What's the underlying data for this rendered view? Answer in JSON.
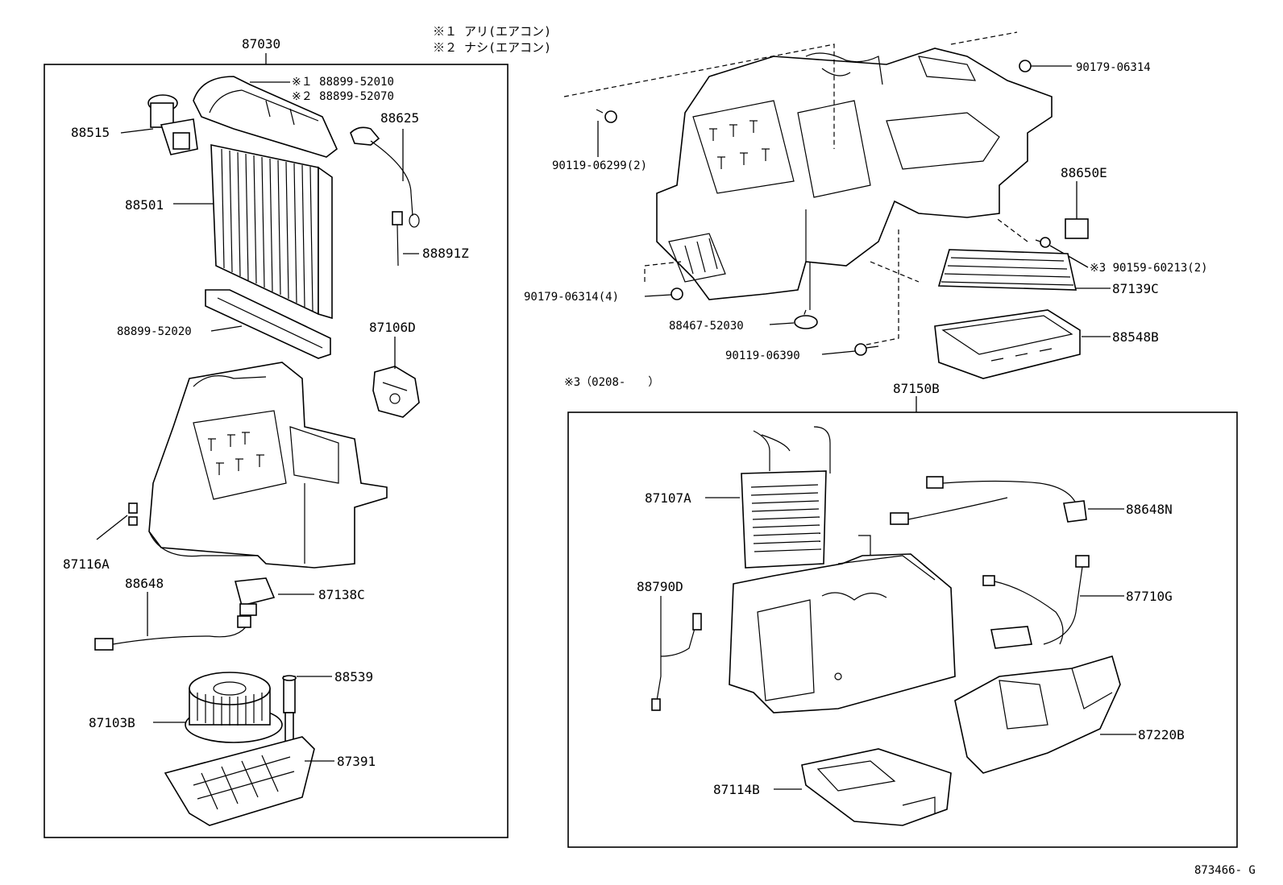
{
  "notes": {
    "note1": "※１ アリ(エアコン)",
    "note2": "※２ ナシ(エアコン)",
    "note3": "※3（0208-　　）"
  },
  "left_box": {
    "title": "87030",
    "labels": {
      "p88899_52010": "※１ 88899-52010",
      "p88899_52070": "※２ 88899-52070",
      "p88515": "88515",
      "p88625": "88625",
      "p88501": "88501",
      "p88891z": "88891Z",
      "p88899_52020": "88899-52020",
      "p87106d": "87106D",
      "p87116a": "87116A",
      "p88648": "88648",
      "p87138c": "87138C",
      "p88539": "88539",
      "p87103b": "87103B",
      "p87391": "87391"
    }
  },
  "top_right": {
    "labels": {
      "p90179_06314": "90179-06314",
      "p90119_06299": "90119-06299(2)",
      "p88650e": "88650E",
      "p90159_60213": "※3 90159-60213(2)",
      "p90179_06314_4": "90179-06314(4)",
      "p87139c": "87139C",
      "p88467_52030": "88467-52030",
      "p88548b": "88548B",
      "p90119_06390": "90119-06390"
    }
  },
  "right_box": {
    "title": "87150B",
    "labels": {
      "p87107a": "87107A",
      "p88648n": "88648N",
      "p88790d": "88790D",
      "p87710g": "87710G",
      "p87220b": "87220B",
      "p87114b": "87114B"
    }
  },
  "figure_id": "873466- G"
}
